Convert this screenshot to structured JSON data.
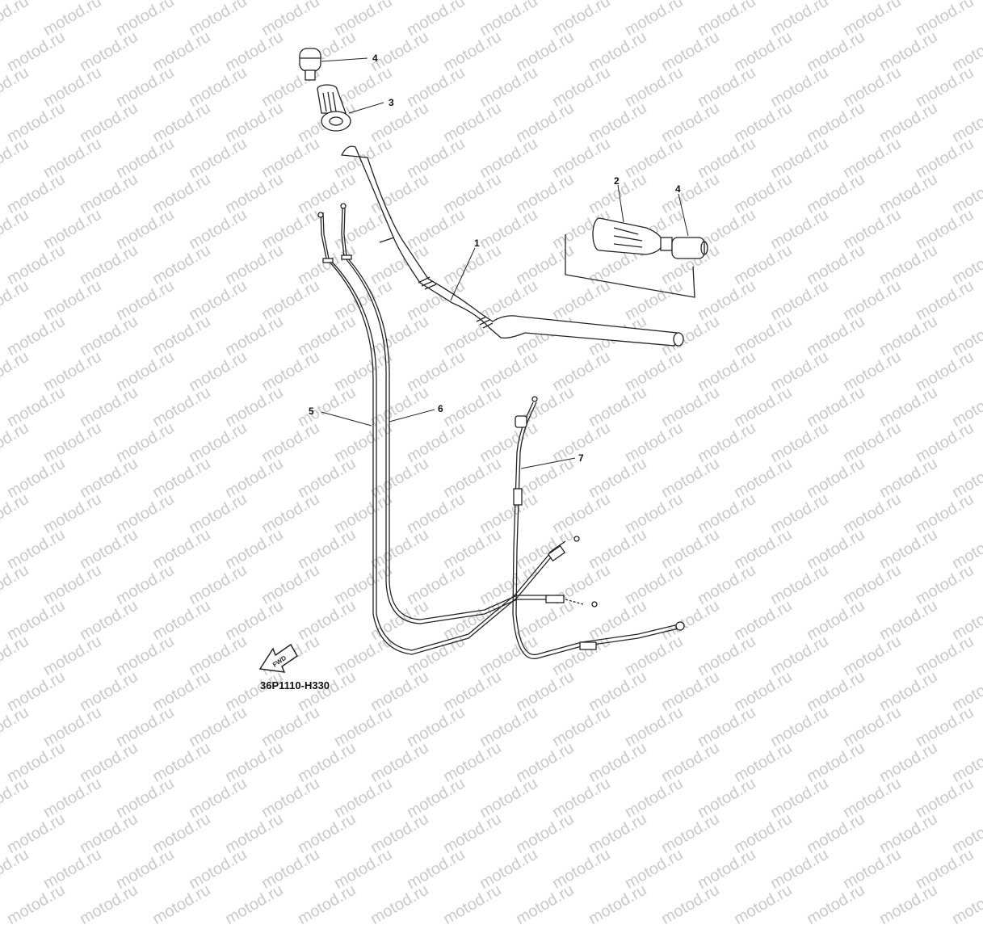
{
  "diagram": {
    "watermark_text": "motod.ru",
    "figure_code": "36P1110-H330",
    "fwd_label": "FWD",
    "callouts": [
      "1",
      "2",
      "3",
      "4",
      "4",
      "5",
      "6",
      "7"
    ]
  },
  "parts": [
    {
      "id": "1",
      "name": "handlebar"
    },
    {
      "id": "2",
      "name": "grip-right"
    },
    {
      "id": "3",
      "name": "grip-left"
    },
    {
      "id": "4",
      "name": "grip-end"
    },
    {
      "id": "5",
      "name": "throttle-cable-1"
    },
    {
      "id": "6",
      "name": "throttle-cable-2"
    },
    {
      "id": "7",
      "name": "clutch-cable"
    }
  ]
}
